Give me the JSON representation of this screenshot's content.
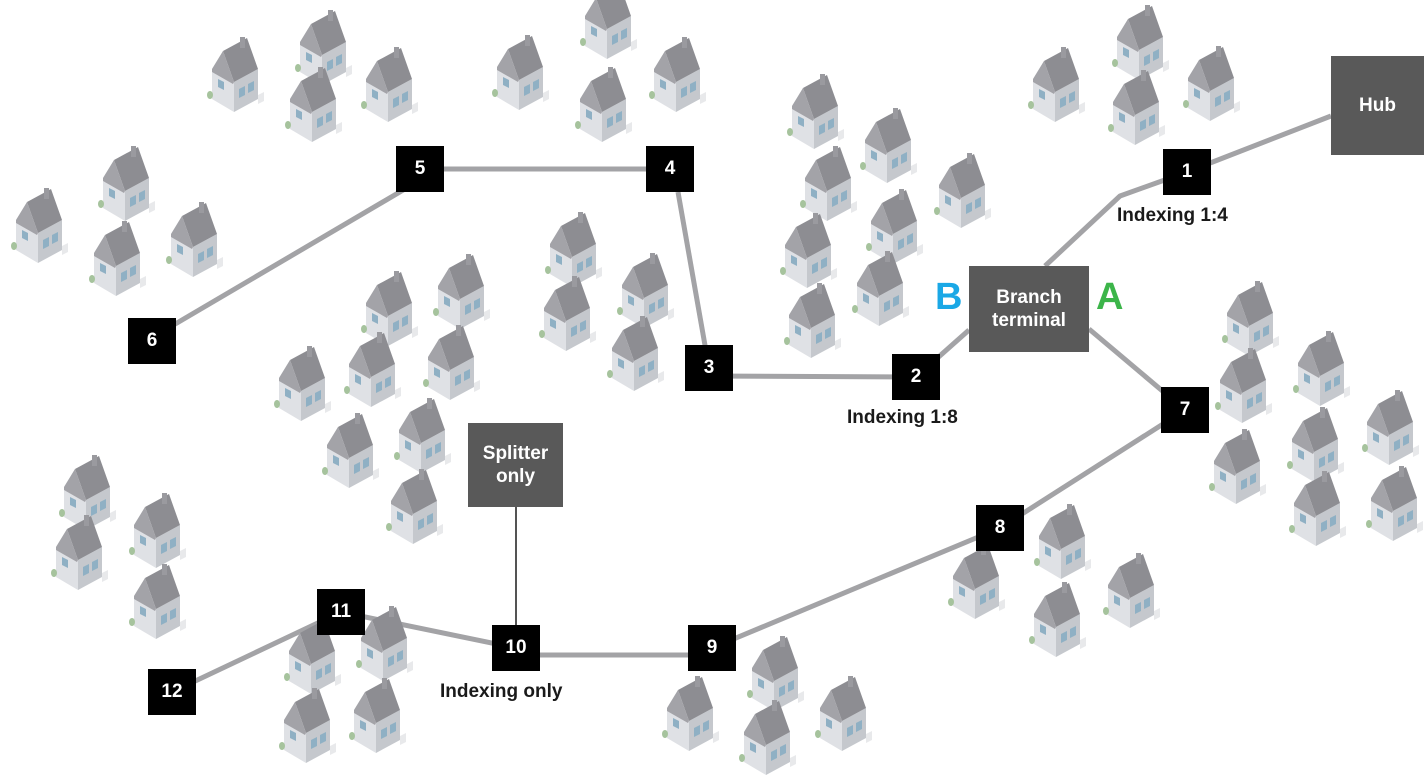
{
  "hub": {
    "label": "Hub"
  },
  "branch_terminal": {
    "label_line1": "Branch",
    "label_line2": "terminal",
    "side_a": "A",
    "side_b": "B"
  },
  "splitter": {
    "label_line1": "Splitter",
    "label_line2": "only"
  },
  "nodes": [
    {
      "id": "n1",
      "label": "1"
    },
    {
      "id": "n2",
      "label": "2"
    },
    {
      "id": "n3",
      "label": "3"
    },
    {
      "id": "n4",
      "label": "4"
    },
    {
      "id": "n5",
      "label": "5"
    },
    {
      "id": "n6",
      "label": "6"
    },
    {
      "id": "n7",
      "label": "7"
    },
    {
      "id": "n8",
      "label": "8"
    },
    {
      "id": "n9",
      "label": "9"
    },
    {
      "id": "n10",
      "label": "10"
    },
    {
      "id": "n11",
      "label": "11"
    },
    {
      "id": "n12",
      "label": "12"
    }
  ],
  "annotations": {
    "n1": "Indexing 1:4",
    "n2": "Indexing 1:8",
    "n10": "Indexing only"
  },
  "colors": {
    "cable": "#a3a3a6",
    "node": "#000000",
    "terminal_box": "#595959",
    "side_a": "#3cb54a",
    "side_b": "#1aa8e6",
    "house_roof": "#8d8d92",
    "house_wall": "#dfe1e5",
    "house_wall_shade": "#bfc3c9",
    "house_meter": "#a6c39d"
  },
  "icons": [
    "house-icon"
  ]
}
